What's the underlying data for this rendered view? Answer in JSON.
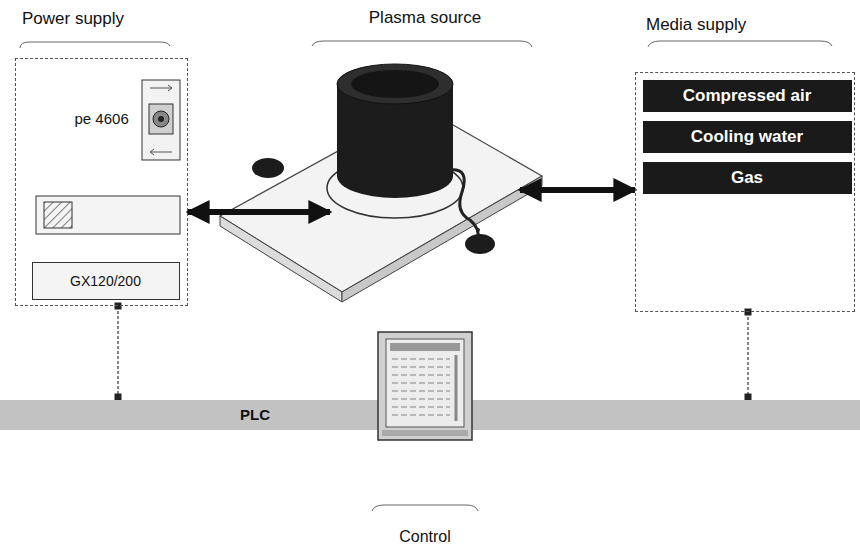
{
  "diagram": {
    "nodes": [
      {
        "text": [
          "Power supply"
        ]
      },
      {
        "text": [
          "pe 4606"
        ],
        "in": 0
      },
      {
        "text": [
          "GX120/200"
        ],
        "in": 0
      },
      {
        "text": [
          "Plasma source"
        ]
      },
      {
        "text": [
          "Media supply"
        ]
      },
      {
        "text": [
          "Compressed air"
        ],
        "in": 4
      },
      {
        "text": [
          "Cooling water"
        ],
        "in": 4
      },
      {
        "text": [
          "Gas"
        ],
        "in": 4
      },
      {
        "text": [
          "PLC"
        ]
      },
      {
        "text": [
          "Control"
        ]
      }
    ],
    "edges": [
      {
        "from": 0,
        "to": 3,
        "arrow": "both"
      },
      {
        "from": 3,
        "to": 4,
        "arrow": "both"
      },
      {
        "from": 0,
        "to": 8,
        "arrow": "none"
      },
      {
        "from": 4,
        "to": 8,
        "arrow": "none"
      }
    ]
  }
}
